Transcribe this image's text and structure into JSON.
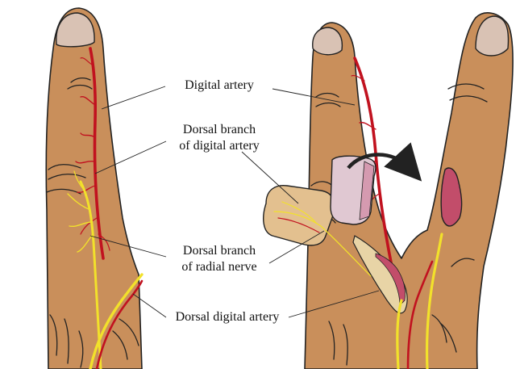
{
  "labels": {
    "digital_artery": "Digital artery",
    "dorsal_branch_digital_artery_line1": "Dorsal branch",
    "dorsal_branch_digital_artery_line2": "of digital artery",
    "dorsal_branch_radial_nerve_line1": "Dorsal branch",
    "dorsal_branch_radial_nerve_line2": "of radial nerve",
    "dorsal_digital_artery": "Dorsal digital artery"
  },
  "colors": {
    "skin": "#c98f5b",
    "nail": "#d9c2b4",
    "artery": "#c1121f",
    "nerve": "#f2e12b",
    "defect": "#c24d6a",
    "flap": "#e3c08f",
    "outline": "#222222"
  },
  "icons": {
    "rotation_arrow": "curved-arrow-icon"
  }
}
